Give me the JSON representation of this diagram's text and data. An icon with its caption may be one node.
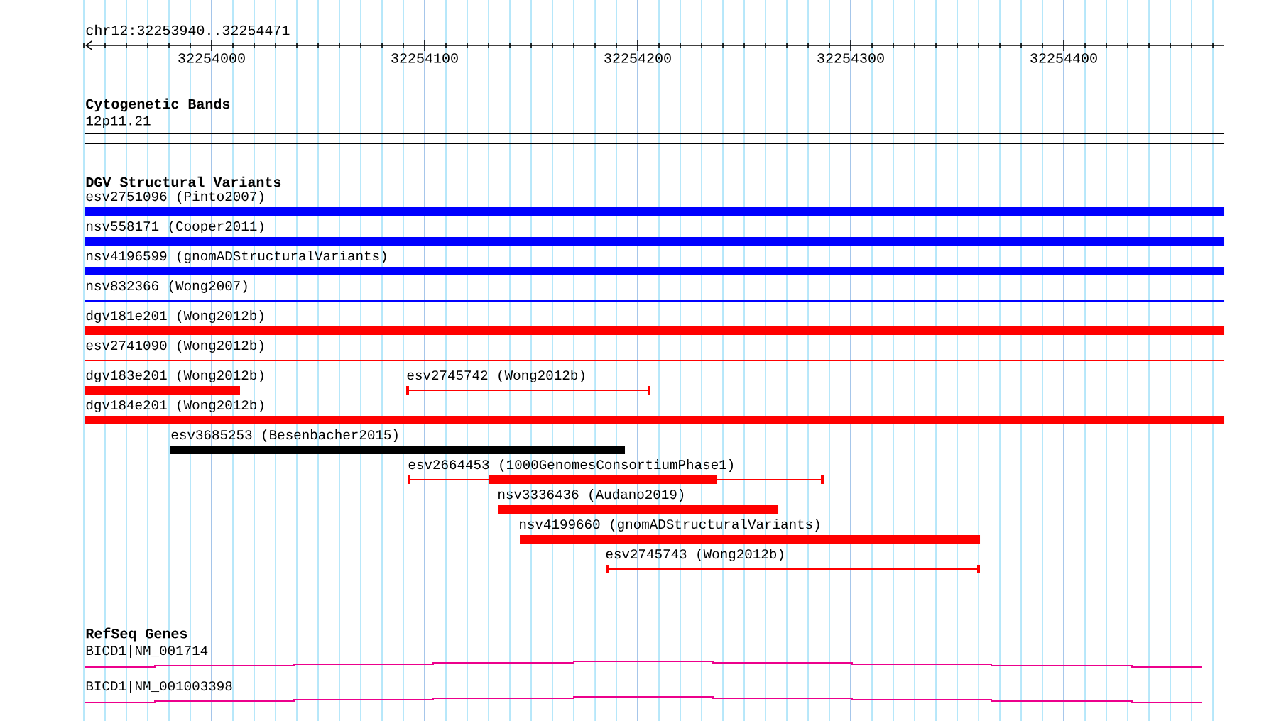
{
  "diagram": {
    "nodes": [
      {
        "text": [
          "12p11.21"
        ]
      },
      {
        "text": [
          "esv2751096 (Pinto2007)"
        ]
      },
      {
        "text": [
          "nsv558171 (Cooper2011)"
        ]
      },
      {
        "text": [
          "nsv4196599 (gnomADStructuralVariants)"
        ]
      },
      {
        "text": [
          "nsv832366 (Wong2007)"
        ]
      },
      {
        "text": [
          "dgv181e201 (Wong2012b)"
        ]
      },
      {
        "text": [
          "esv2741090 (Wong2012b)"
        ]
      },
      {
        "text": [
          "dgv183e201 (Wong2012b)"
        ]
      },
      {
        "text": [
          "esv2745742 (Wong2012b)"
        ]
      },
      {
        "text": [
          "dgv184e201 (Wong2012b)"
        ]
      },
      {
        "text": [
          "esv3685253 (Besenbacher2015)"
        ]
      },
      {
        "text": [
          "esv2664453 (1000GenomesConsortiumPhase1)"
        ]
      },
      {
        "text": [
          "nsv3336436 (Audano2019)"
        ]
      },
      {
        "text": [
          "nsv4199660 (gnomADStructuralVariants)"
        ]
      },
      {
        "text": [
          "esv2745743 (Wong2012b)"
        ]
      },
      {
        "text": [
          "BICD1|NM_001714"
        ]
      },
      {
        "text": [
          "BICD1|NM_001003398"
        ]
      }
    ],
    "labels": [
      "chr12:32253940..32254471",
      "32254000",
      "32254100",
      "32254200",
      "32254300",
      "32254400",
      "Cytogenetic Bands",
      "DGV Structural Variants",
      "RefSeq Genes"
    ]
  }
}
